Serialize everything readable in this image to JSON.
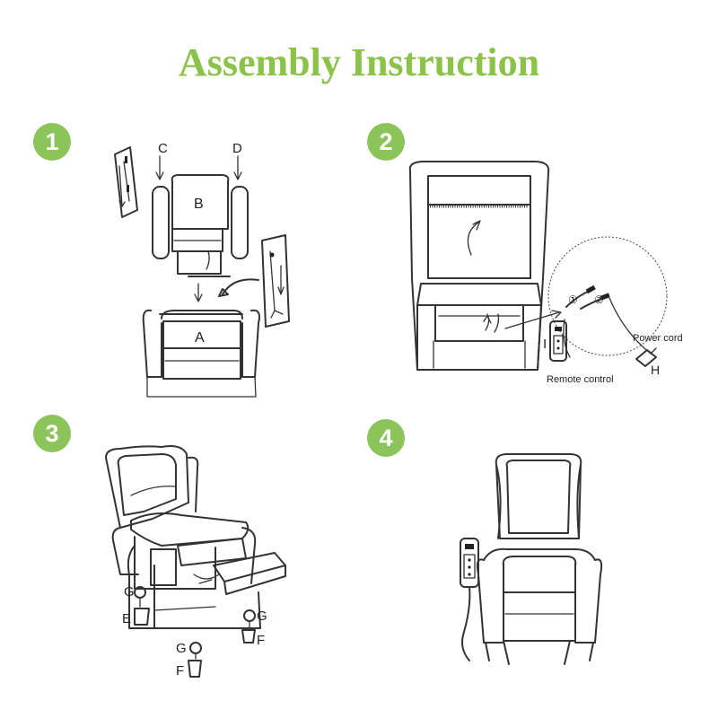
{
  "title": "Assembly Instruction",
  "colors": {
    "accent": "#8bc34a",
    "badge": "#8ac45a",
    "line": "#333333"
  },
  "steps": [
    {
      "number": "1",
      "labels": {
        "c": "C",
        "d": "D",
        "b": "B",
        "a": "A"
      }
    },
    {
      "number": "2",
      "labels": {
        "i": "I",
        "remote": "Remote control",
        "power": "Power cord",
        "h": "H",
        "p1": "①",
        "p2": "②"
      }
    },
    {
      "number": "3",
      "labels": {
        "g1": "G",
        "e": "E",
        "g2": "G",
        "f1": "F",
        "g3": "G",
        "f2": "F"
      }
    },
    {
      "number": "4",
      "labels": {}
    }
  ]
}
